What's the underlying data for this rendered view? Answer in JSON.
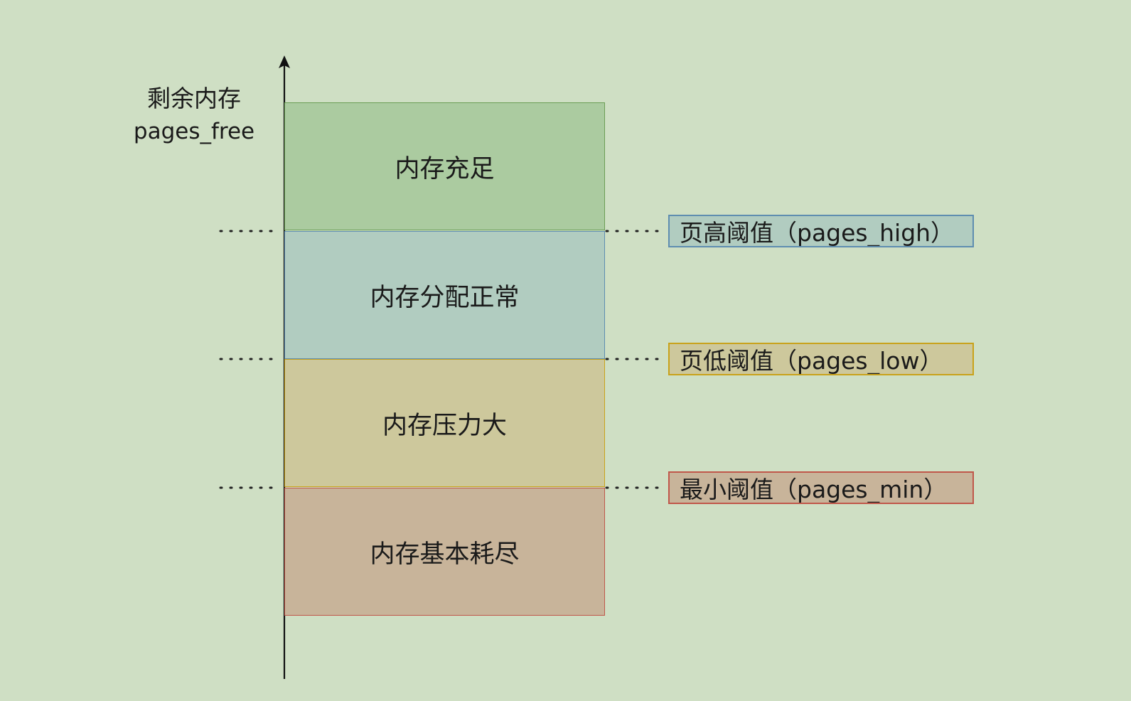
{
  "axis": {
    "label_line1": "剩余内存",
    "label_line2": "pages_free"
  },
  "bands": [
    {
      "label": "内存充足",
      "fill": "#abcba0",
      "stroke": "#6b9e55"
    },
    {
      "label": "内存分配正常",
      "fill": "#b1ccc0",
      "stroke": "#5e8db0"
    },
    {
      "label": "内存压力大",
      "fill": "#cdc89c",
      "stroke": "#c9a21a"
    },
    {
      "label": "内存基本耗尽",
      "fill": "#c8b49a",
      "stroke": "#c0574a"
    }
  ],
  "thresholds": [
    {
      "label": "页高阈值（pages_high）",
      "fill": "#b1ccc0",
      "stroke": "#5e8db0"
    },
    {
      "label": "页低阈值（pages_low）",
      "fill": "#cdc89c",
      "stroke": "#c9a21a"
    },
    {
      "label": "最小阈值（pages_min）",
      "fill": "#c8b49a",
      "stroke": "#c0574a"
    }
  ]
}
